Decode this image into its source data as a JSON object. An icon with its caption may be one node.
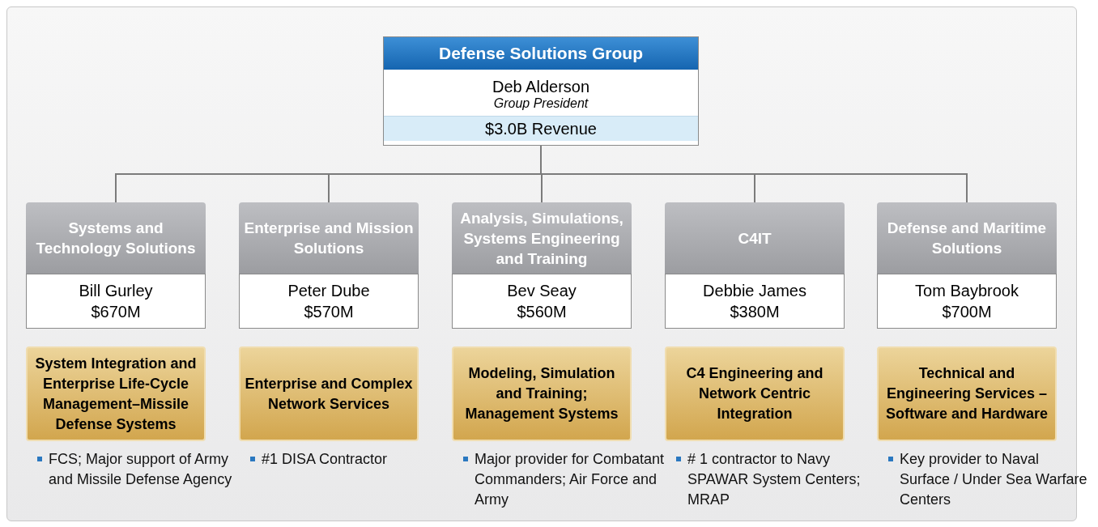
{
  "diagram": {
    "nodes": [
      {
        "text": [
          "Defense Solutions Group",
          "Deb Alderson",
          "Group President",
          "$3.0B Revenue"
        ]
      },
      {
        "text": [
          "Systems and Technology Solutions",
          "Bill Gurley",
          "$670M"
        ]
      },
      {
        "text": [
          "Enterprise and Mission Solutions",
          "Peter Dube",
          "$570M"
        ]
      },
      {
        "text": [
          "Analysis, Simulations, Systems Engineering and Training",
          "Bev Seay",
          "$560M"
        ]
      },
      {
        "text": [
          "C4IT",
          "Debbie James",
          "$380M"
        ]
      },
      {
        "text": [
          "Defense and Maritime Solutions",
          "Tom Baybrook",
          "$700M"
        ]
      },
      {
        "text": [
          "System Integration and Enterprise Life-Cycle Management–Missile Defense Systems"
        ],
        "beside": [
          "FCS; Major support of Army and Missile Defense Agency"
        ]
      },
      {
        "text": [
          "Enterprise and Complex Network Services"
        ],
        "beside": [
          "#1 DISA Contractor"
        ]
      },
      {
        "text": [
          "Modeling, Simulation and Training; Management Systems"
        ],
        "beside": [
          "Major provider for Combatant Commanders; Air Force and Army"
        ]
      },
      {
        "text": [
          "C4 Engineering and Network Centric Integration"
        ],
        "beside": [
          "# 1 contractor to Navy SPAWAR System Centers; MRAP"
        ]
      },
      {
        "text": [
          "Technical and Engineering Services – Software and Hardware"
        ],
        "beside": [
          "Key provider to Naval Surface / Under Sea Warfare Centers"
        ]
      }
    ],
    "edges": [
      {
        "from": 0,
        "to": 1,
        "arrow": "none"
      },
      {
        "from": 0,
        "to": 2,
        "arrow": "none"
      },
      {
        "from": 0,
        "to": 3,
        "arrow": "none"
      },
      {
        "from": 0,
        "to": 4,
        "arrow": "none"
      },
      {
        "from": 0,
        "to": 5,
        "arrow": "none"
      }
    ]
  }
}
